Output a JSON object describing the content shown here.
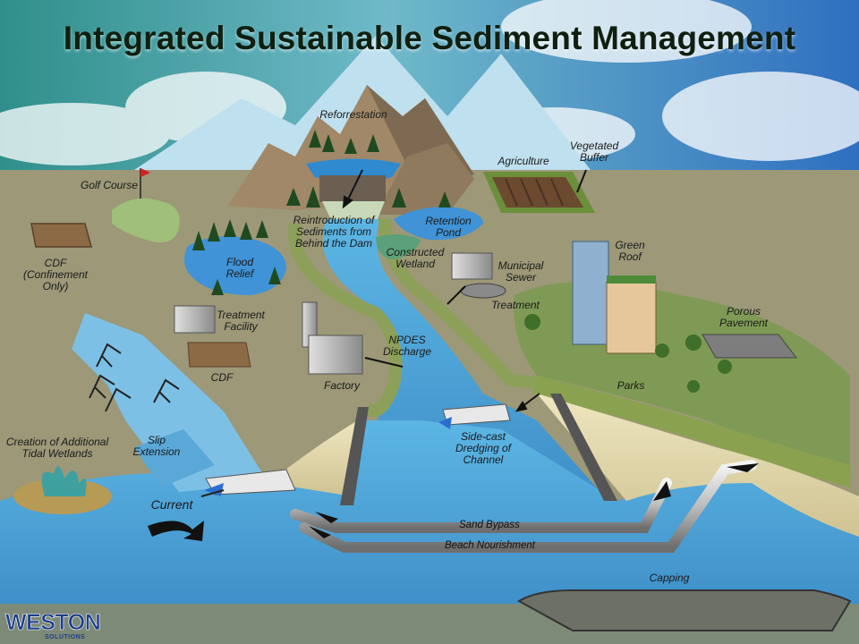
{
  "title": "Integrated Sustainable Sediment Management",
  "labels": {
    "reforestation": "Reforrestation",
    "agriculture": "Agriculture",
    "vegetated_buffer": "Vegetated\nBuffer",
    "golf_course": "Golf Course",
    "reintroduction": "Reintroduction of\nSediments from\nBehind the Dam",
    "retention_pond": "Retention\nPond",
    "constructed_wetland": "Constructed\nWetland",
    "green_roof": "Green\nRoof",
    "cdf_confinement": "CDF\n(Confinement\nOnly)",
    "flood_relief": "Flood\nRelief",
    "municipal_sewer": "Municipal\nSewer",
    "treatment": "Treatment",
    "treatment_facility": "Treatment\nFacility",
    "porous_pavement": "Porous\nPavement",
    "npdes_discharge": "NPDES\nDischarge",
    "cdf": "CDF",
    "factory": "Factory",
    "parks": "Parks",
    "tidal_wetlands": "Creation of Additional\nTidal Wetlands",
    "slip_extension": "Slip\nExtension",
    "side_cast": "Side-cast\nDredging of\nChannel",
    "current": "Current",
    "sand_bypass": "Sand Bypass",
    "beach_nourishment": "Beach Nourishment",
    "capping": "Capping"
  },
  "logo": {
    "name": "WESTON",
    "sub": "SOLUTIONS"
  },
  "colors": {
    "sky": "#5aa0c8",
    "water": "#4a9fd4",
    "land": "#9c9878",
    "mountain": "#a08868",
    "snow": "#bfe0ef",
    "tree": "#1f4a1f",
    "brand": "#1c3f8a"
  }
}
